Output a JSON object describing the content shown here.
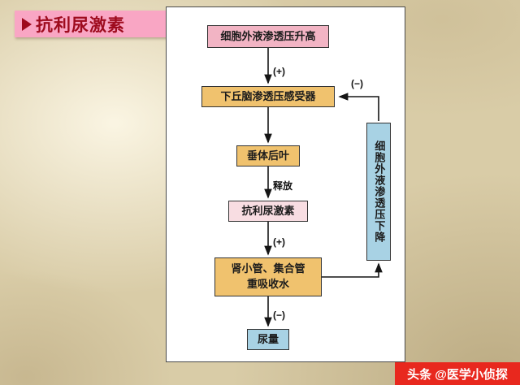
{
  "title": {
    "bullet_icon": "arrowhead-right",
    "text": "抗利尿激素"
  },
  "watermark": {
    "text": "头条 @医学小侦探"
  },
  "colors": {
    "slide_background": "#d9cca7",
    "panel_background": "#ffffff",
    "title_bg": "#f9a6c4",
    "title_text": "#9e0b1e",
    "pink_node": "#f2b4c4",
    "pale_pink_node": "#f8dde2",
    "orange_node": "#f0c26e",
    "blue_node": "#a8d2e4",
    "banner_red": "#e8281e"
  },
  "flowchart": {
    "nodes": [
      {
        "label": "细胞外液渗透压升高",
        "color": "#f2b4c4"
      },
      {
        "label": "下丘脑渗透压感受器",
        "color": "#f0c26e"
      },
      {
        "label": "垂体后叶",
        "color": "#f0c26e"
      },
      {
        "label": "抗利尿激素",
        "color": "#f8dde2"
      },
      {
        "label_line1": "肾小管、集合管",
        "label_line2": "重吸收水",
        "color": "#f0c26e"
      },
      {
        "label": "尿量",
        "color": "#a8d2e4"
      },
      {
        "label": "细胞外液渗透压下降",
        "color": "#a8d2e4"
      }
    ],
    "edge_labels": {
      "stimulate1": "(+)",
      "release": "释放",
      "stimulate2": "(+)",
      "inhibit1": "(−)",
      "inhibit2": "(−)"
    }
  }
}
